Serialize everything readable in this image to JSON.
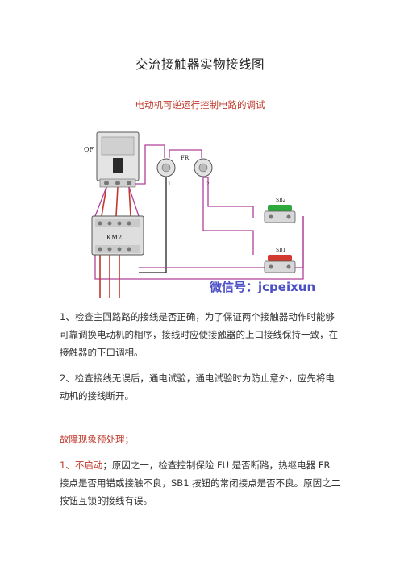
{
  "document": {
    "title": "交流接触器实物接线图",
    "subtitle": "电动机可逆运行控制电路的调试",
    "diagram": {
      "label_qf": "QF",
      "label_fr": "FR",
      "label_km2": "KM2",
      "label_sb2": "SB2",
      "label_sb1": "SB1",
      "terminal_1": "1",
      "terminal_2": "2",
      "watermark": "微信号：jcpeixun",
      "colors": {
        "wire_red": "#c0392b",
        "wire_magenta": "#b0409a",
        "wire_black": "#222222",
        "button_green": "#2eaa3c",
        "button_red": "#d33a2f",
        "watermark": "#4a4fc4"
      }
    },
    "para1": "1、检查主回路路的接线是否正确，为了保证两个接触器动作时能够可靠调换电动机的相序，接线时应使接触器的上口接线保持一致，在接触器的下口调相。",
    "para2": "2、检查接线无误后，通电试验，通电试验时为防止意外，应先将电动机的接线断开。",
    "fault_heading": "故障现象预处理；",
    "fault1_prefix": "1、不启动",
    "fault1_text": "；原因之一，检查控制保险 FU 是否断路，热继电器 FR 接点是否用错或接触不良，SB1 按钮的常闭接点是否不良。原因之二按钮互锁的接线有误。"
  }
}
